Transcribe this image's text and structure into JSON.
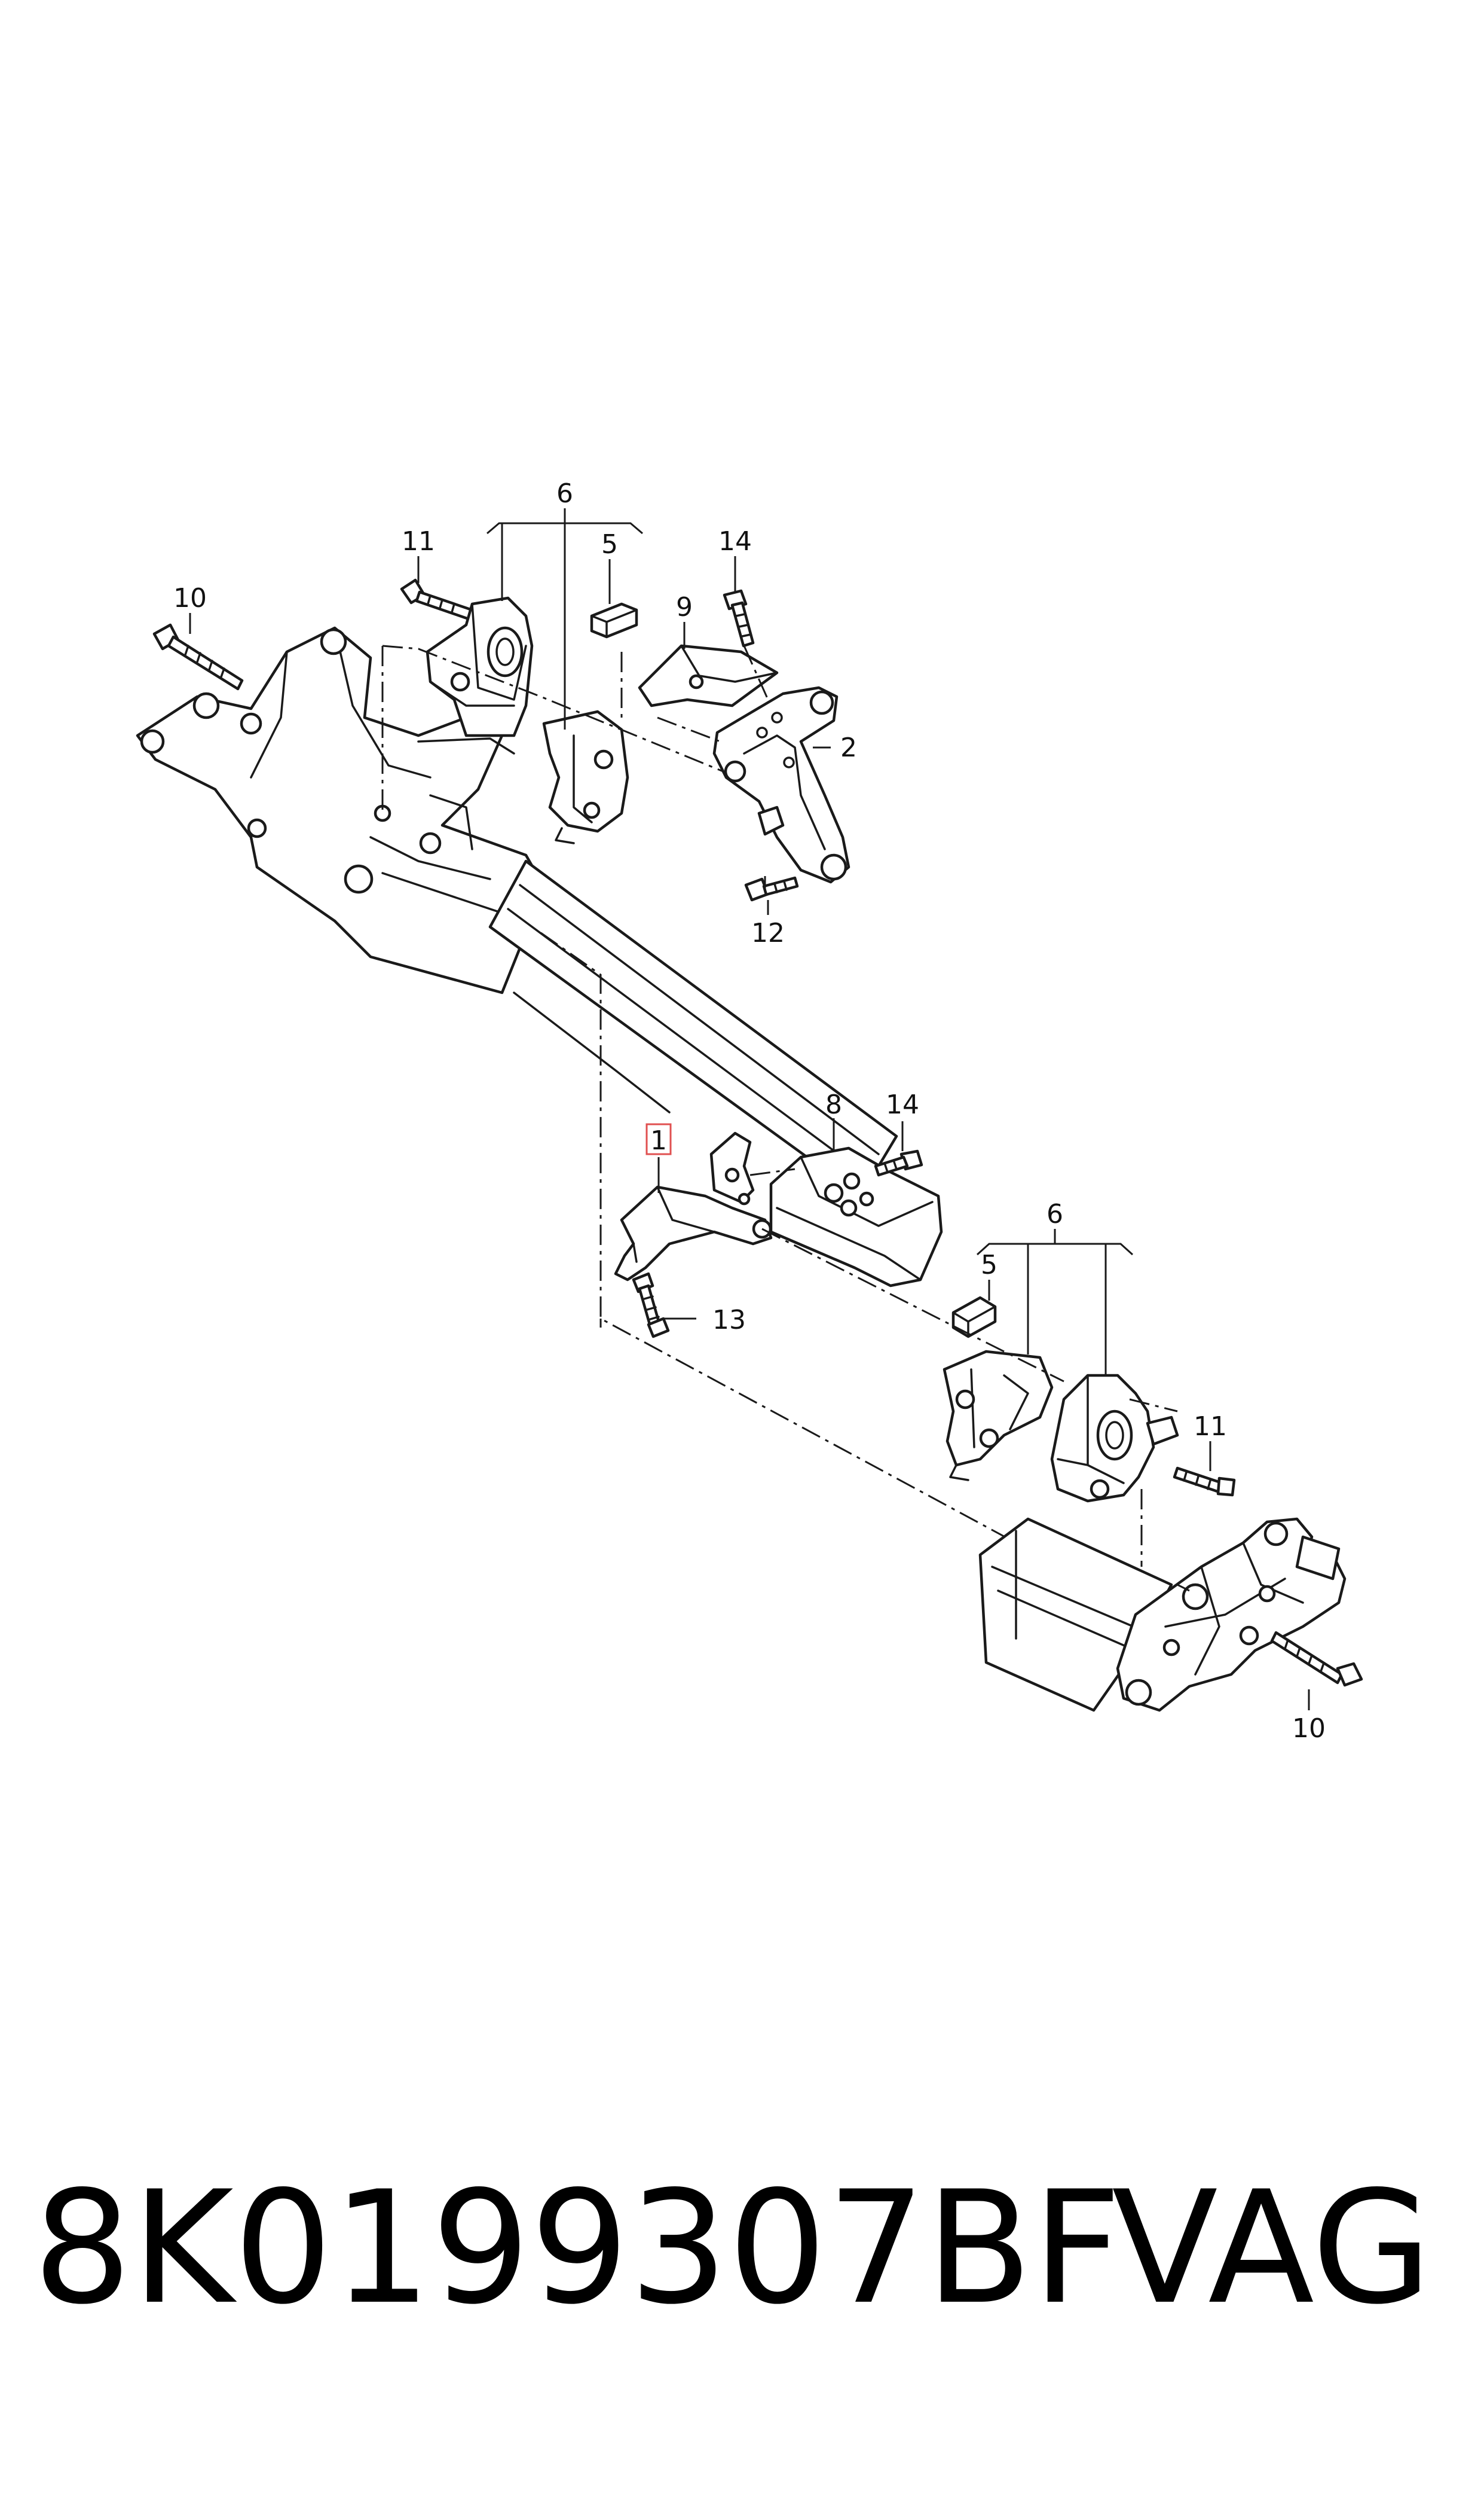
{
  "callouts": {
    "top": {
      "c6": "6",
      "c5": "5",
      "c11": "11",
      "c14": "14",
      "c9": "9",
      "c10": "10",
      "c2": "2",
      "c12": "12"
    },
    "bottom": {
      "c1": "1",
      "c8": "8",
      "c14": "14",
      "c13": "13",
      "c6": "6",
      "c5": "5",
      "c11": "11",
      "c10": "10"
    }
  },
  "highlight_color": "#e05050",
  "footer": {
    "part_number": "8K0199307BF",
    "brand": "VAG"
  }
}
